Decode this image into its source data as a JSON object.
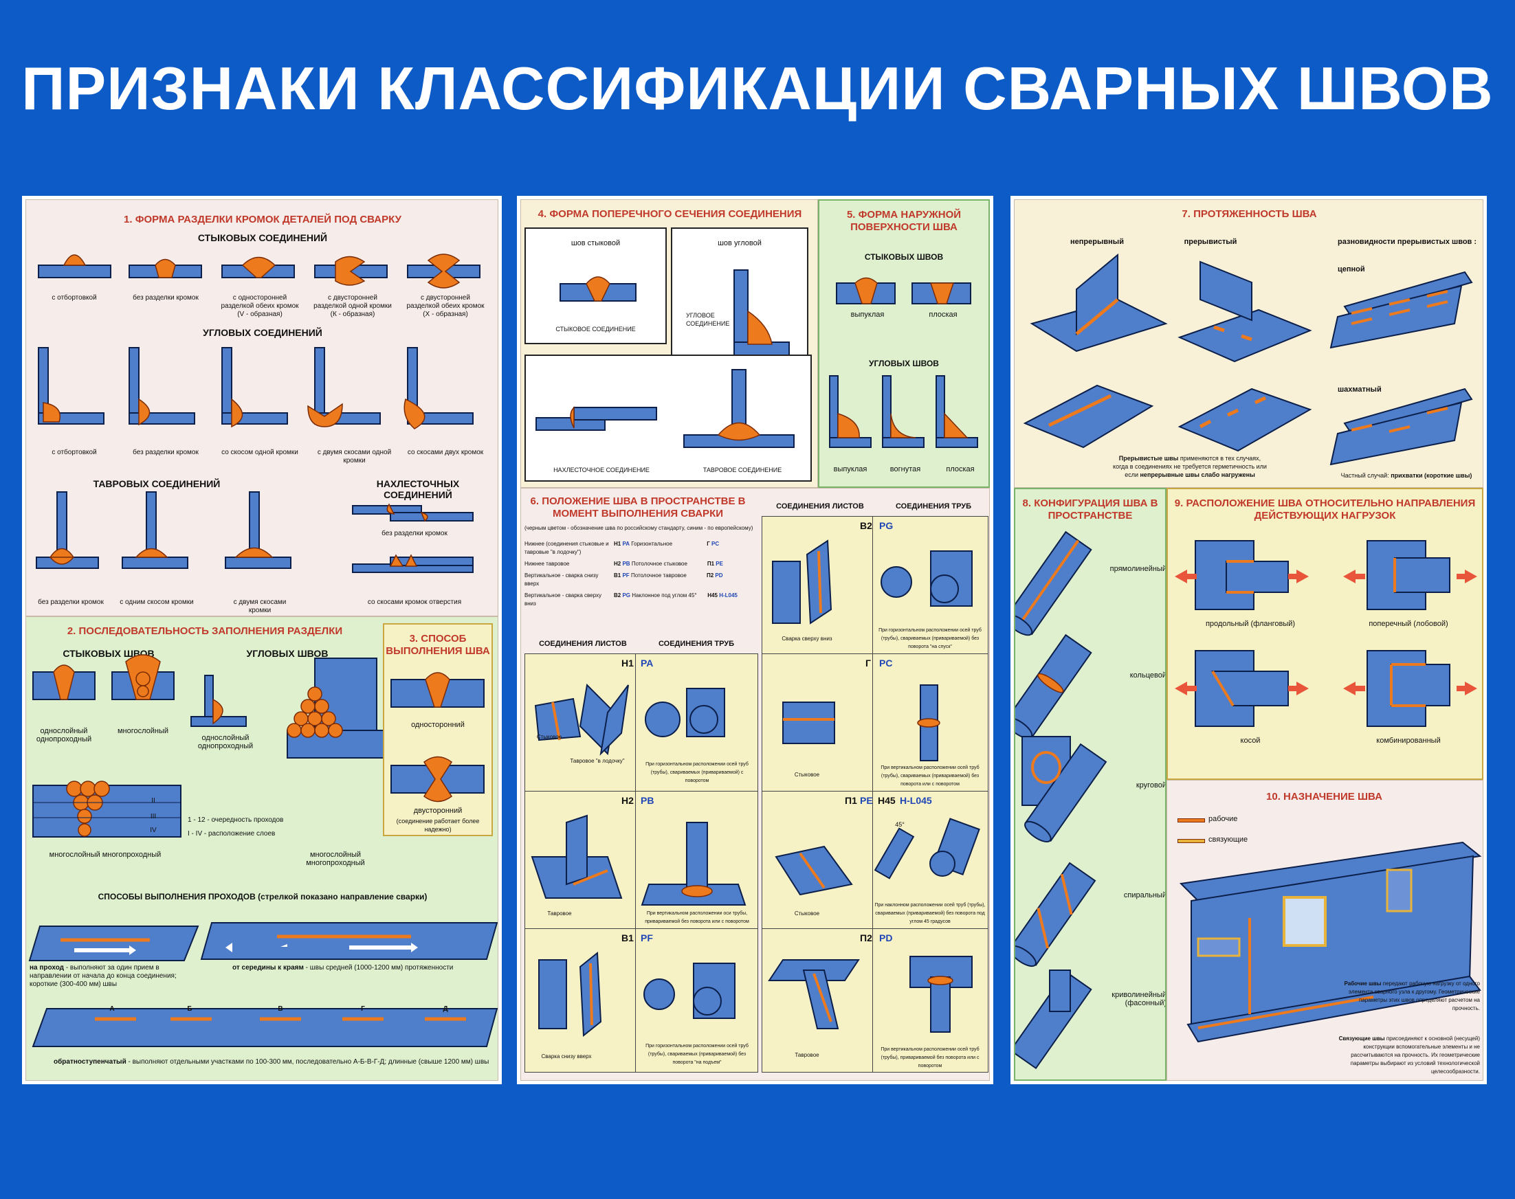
{
  "title": "ПРИЗНАКИ КЛАССИФИКАЦИИ СВАРНЫХ ШВОВ",
  "p1": {
    "s1": {
      "title": "1. ФОРМА РАЗДЕЛКИ КРОМОК ДЕТАЛЕЙ ПОД СВАРКУ",
      "butt_title": "СТЫКОВЫХ СОЕДИНЕНИЙ",
      "butt": [
        "с отбортовкой",
        "без разделки кромок",
        "с односторонней разделкой обеих кромок (V - образная)",
        "с двусторонней разделкой одной кромки (К - образная)",
        "с двусторонней разделкой обеих кромок (X - образная)"
      ],
      "corner_title": "УГЛОВЫХ СОЕДИНЕНИЙ",
      "corner": [
        "с отбортовкой",
        "без разделки кромок",
        "со скосом одной кромки",
        "с двумя скосами одной кромки",
        "со скосами двух кромок"
      ],
      "tee_title": "ТАВРОВЫХ СОЕДИНЕНИЙ",
      "tee": [
        "без разделки кромок",
        "с одним скосом кромки",
        "с двумя скосами кромки"
      ],
      "lap_title": "НАХЛЕСТОЧНЫХ СОЕДИНЕНИЙ",
      "lap": [
        "без разделки кромок",
        "со скосами кромок отверстия"
      ]
    },
    "s2": {
      "title": "2. ПОСЛЕДОВАТЕЛЬНОСТЬ ЗАПОЛНЕНИЯ РАЗДЕЛКИ",
      "butt_title": "СТЫКОВЫХ ШВОВ",
      "corner_title": "УГЛОВЫХ ШВОВ",
      "single": "однослойный однопроходный",
      "multi": "многослойный",
      "single2": "однослойный однопроходный",
      "order1": "1 - 12 - очередность проходов",
      "order2": "I - IV - расположение слоев",
      "multi_multi": "многослойный многопроходный",
      "multi_multi2": "многослойный многопроходный",
      "methods_title": "СПОСОБЫ ВЫПОЛНЕНИЯ ПРОХОДОВ (стрелкой показано направление сварки)",
      "pass_name": "на проход",
      "pass_desc": "- выполняют за один прием в направлении от начала до конца соединения; короткие (300-400 мм) швы",
      "mid_name": "от середины к краям",
      "mid_desc": "- швы средней (1000-1200 мм) протяженности",
      "back_name": "обратноступенчатый",
      "back_desc": "- выполняют отдельными участками по 100-300 мм, последовательно А-Б-В-Г-Д; длинные (свыше 1200 мм) швы",
      "letters": [
        "А",
        "Б",
        "В",
        "Г",
        "Д"
      ],
      "layers": [
        "II",
        "III",
        "IV"
      ]
    },
    "s3": {
      "title": "3. СПОСОБ ВЫПОЛНЕНИЯ ШВА",
      "one": "односторонний",
      "two": "двусторонний",
      "two_note": "(соединение работает более надежно)"
    }
  },
  "p2": {
    "s4": {
      "title": "4. ФОРМА ПОПЕРЕЧНОГО СЕЧЕНИЯ СОЕДИНЕНИЯ",
      "butt": "шов стыковой",
      "fillet": "шов угловой",
      "butt_join": "СТЫКОВОЕ СОЕДИНЕНИЕ",
      "corner_join": "УГЛОВОЕ СОЕДИНЕНИЕ",
      "lap_join": "НАХЛЕСТОЧНОЕ СОЕДИНЕНИЕ",
      "tee_join": "ТАВРОВОЕ СОЕДИНЕНИЕ"
    },
    "s5": {
      "title": "5. ФОРМА НАРУЖНОЙ ПОВЕРХНОСТИ ШВА",
      "butt_title": "СТЫКОВЫХ ШВОВ",
      "convex": "выпуклая",
      "flat": "плоская",
      "corner_title": "УГЛОВЫХ ШВОВ",
      "c_convex": "выпуклая",
      "c_concave": "вогнутая",
      "c_flat": "плоская"
    },
    "s6": {
      "title": "6. ПОЛОЖЕНИЕ ШВА В ПРОСТРАНСТВЕ В МОМЕНТ ВЫПОЛНЕНИЯ СВАРКИ",
      "legend": "(черным цветом - обозначение шва по российскому стандарту, синим - по европейскому)",
      "positions": [
        {
          "name": "Нижнее (соединения стыковые и тавровые \"в лодочку\")",
          "ru": "Н1",
          "eu": "PA"
        },
        {
          "name": "Нижнее тавровое",
          "ru": "Н2",
          "eu": "PB"
        },
        {
          "name": "Вертикальное - сварка снизу вверх",
          "ru": "В1",
          "eu": "PF"
        },
        {
          "name": "Вертикальное - сварка сверху вниз",
          "ru": "В2",
          "eu": "PG"
        },
        {
          "name": "Горизонтальное",
          "ru": "Г",
          "eu": "PC"
        },
        {
          "name": "Потолочное стыковое",
          "ru": "П1",
          "eu": "PE"
        },
        {
          "name": "Потолочное тавровое",
          "ru": "П2",
          "eu": "PD"
        },
        {
          "name": "Наклонное под углом 45°",
          "ru": "H45",
          "eu": "H-L045"
        }
      ],
      "sheets": "СОЕДИНЕНИЯ ЛИСТОВ",
      "pipes": "СОЕДИНЕНИЯ ТРУБ",
      "sheets2": "СОЕДИНЕНИЯ ЛИСТОВ",
      "pipes2": "СОЕДИНЕНИЯ ТРУБ",
      "cells": [
        {
          "tag": "H1",
          "eu": "PA",
          "a": "Стыковое",
          "b": "Тавровое \"в лодочку\"",
          "pipe": "При горизонтальном расположении осей труб (трубы), свариваемых (привариваемой) с поворотом"
        },
        {
          "tag": "H2",
          "eu": "PB",
          "a": "Тавровое",
          "pipe": "При вертикальном расположении оси трубы, привариваемой без поворота или с поворотом"
        },
        {
          "tag": "B1",
          "eu": "PF",
          "a": "Сварка снизу вверх",
          "pipe": "При горизонтальном расположении осей труб (трубы), свариваемых (привариваемой) без поворота \"на подъем\""
        },
        {
          "tag": "B2",
          "eu": "PG",
          "a": "Сварка сверху вниз",
          "pipe": "При горизонтальном расположении осей труб (трубы), свариваемых (привариваемой) без поворота \"на спуск\""
        },
        {
          "tag": "Г",
          "eu": "PC",
          "a": "Стыковое",
          "pipe": "При вертикальном расположении осей труб (трубы), свариваемых (привариваемой) без поворота или с поворотом"
        },
        {
          "tag": "П1",
          "eu": "PE",
          "a": "Стыковое",
          "tag2": "H45",
          "eu2": "H-L045",
          "pipe": "При наклонном расположении осей труб (трубы), свариваемых (привариваемой) без поворота под углом 45 градусов"
        },
        {
          "tag": "П2",
          "eu": "PD",
          "a": "Тавровое",
          "pipe": "При вертикальном расположении осей труб (трубы), привариваемой без поворота или с поворотом"
        }
      ],
      "angle": "45°"
    }
  },
  "p3": {
    "s7": {
      "title": "7. ПРОТЯЖЕННОСТЬ ШВА",
      "cont": "непрерывный",
      "interm": "прерывистый",
      "kinds": "разновидности прерывистых швов :",
      "chain": "цепной",
      "stagger": "шахматный",
      "note_b": "Прерывистые швы",
      "note": "применяются в тех случаях, когда в соединениях не требуется герметичность или если",
      "note_b2": "непрерывные швы слабо нагружены",
      "special": "Частный случай:",
      "special_b": "прихватки (короткие швы)"
    },
    "s8": {
      "title": "8. КОНФИГУРАЦИЯ ШВА В ПРОСТРАНСТВЕ",
      "items": [
        "прямолинейный",
        "кольцевой",
        "круговой",
        "спиральный",
        "криволинейный (фасонный)"
      ]
    },
    "s9": {
      "title": "9. РАСПОЛОЖЕНИЕ ШВА ОТНОСИТЕЛЬНО НАПРАВЛЕНИЯ ДЕЙСТВУЮЩИХ НАГРУЗОК",
      "items": [
        "продольный (фланговый)",
        "поперечный (лобовой)",
        "косой",
        "комбинированный"
      ]
    },
    "s10": {
      "title": "10. НАЗНАЧЕНИЕ ШВА",
      "working": "рабочие",
      "binding": "связующие",
      "working_b": "Рабочие швы",
      "working_note": "передают рабочую нагрузку от одного элемента сварного узла к другому. Геометрические параметры этих швов определяют расчетом на прочность.",
      "binding_b": "Связующие швы",
      "binding_note": "присоединяют к основной (несущей) конструкции вспомогательные элементы и не рассчитываются на прочность. Их геометрические параметры выбирают из условий технологической целесообразности."
    }
  }
}
